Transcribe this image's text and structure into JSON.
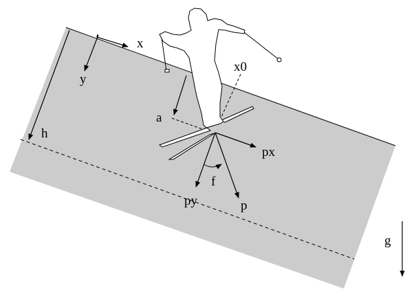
{
  "colors": {
    "slope_fill": "#cccccc",
    "ink": "#000000",
    "figure_fill": "#ffffff"
  },
  "labels": {
    "x": "x",
    "y": "y",
    "x0": "x0",
    "a": "a",
    "h": "h",
    "px": "px",
    "py": "py",
    "p": "p",
    "f": "f",
    "g": "g"
  }
}
